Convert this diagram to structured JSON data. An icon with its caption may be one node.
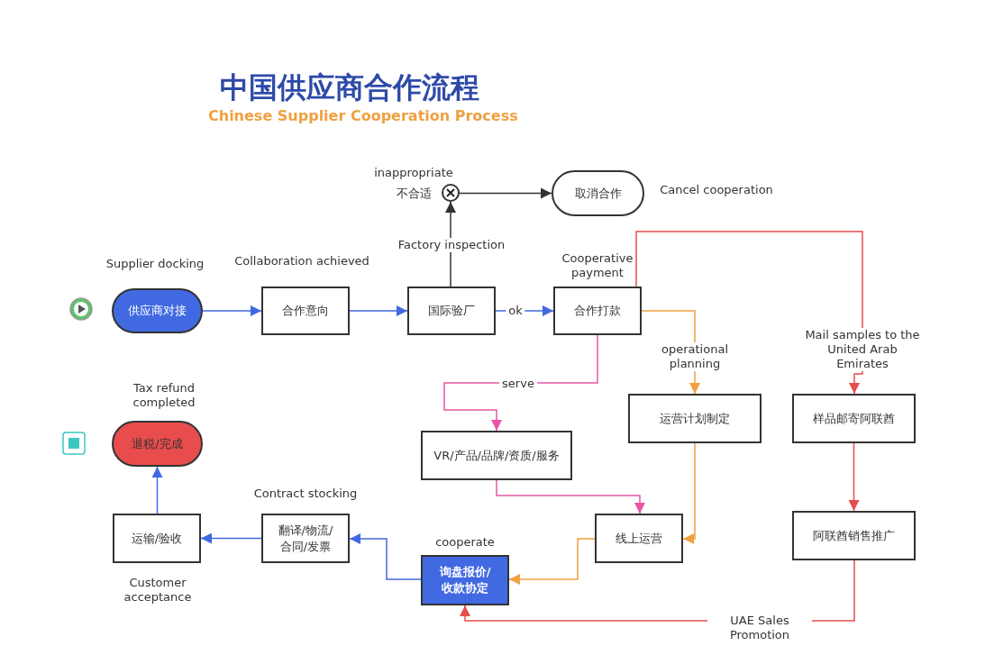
{
  "diagram": {
    "title": "中国供应商合作流程",
    "caption": "Chinese Supplier Cooperation Process",
    "nodes": [
      {
        "text": [
          "供应商对接"
        ],
        "beside": [
          "Supplier docking"
        ]
      },
      {
        "text": [
          "合作意向"
        ],
        "beside": [
          "Collaboration achieved"
        ]
      },
      {
        "text": [
          "国际验厂"
        ]
      },
      {
        "text": [],
        "shape": "circle",
        "beside": [
          "inappropriate",
          "不合适"
        ]
      },
      {
        "text": [
          "取消合作"
        ],
        "beside": [
          "Cancel cooperation"
        ]
      },
      {
        "text": [
          "合作打款"
        ],
        "beside": [
          "Cooperative payment"
        ]
      },
      {
        "text": [
          "运营计划制定"
        ]
      },
      {
        "text": [
          "样品邮寄阿联酋"
        ]
      },
      {
        "text": [
          "VR/产品/品牌/资质/服务"
        ]
      },
      {
        "text": [
          "线上运营"
        ]
      },
      {
        "text": [
          "阿联酋销售推广"
        ]
      },
      {
        "text": [
          "询盘报价/收款协定"
        ],
        "beside": [
          "cooperate"
        ]
      },
      {
        "text": [
          "翻译/物流/合同/发票"
        ],
        "beside": [
          "Contract stocking"
        ]
      },
      {
        "text": [
          "运输/验收"
        ],
        "beside": [
          "Customer acceptance"
        ]
      },
      {
        "text": [
          "退税/完成"
        ],
        "beside": [
          "Tax refund completed"
        ]
      }
    ],
    "edges": [
      {
        "from": 0,
        "to": 1,
        "arrow": "to"
      },
      {
        "from": 1,
        "to": 2,
        "arrow": "to"
      },
      {
        "from": 2,
        "to": 5,
        "arrow": "to",
        "label": "ok"
      },
      {
        "from": 2,
        "to": 3,
        "arrow": "to",
        "label": "Factory inspection",
        "color": "#333333"
      },
      {
        "from": 3,
        "to": 4,
        "arrow": "to",
        "color": "#333333"
      },
      {
        "from": 5,
        "to": 6,
        "arrow": "to",
        "label": "operational planning",
        "color": "#f0a040"
      },
      {
        "from": 5,
        "to": 8,
        "arrow": "to",
        "label": "serve",
        "color": "#e855a6"
      },
      {
        "from": 5,
        "to": 7,
        "arrow": "to",
        "label": "Mail samples to the United Arab Emirates",
        "color": "#e64c4c"
      },
      {
        "from": 8,
        "to": 9,
        "arrow": "to",
        "color": "#e855a6"
      },
      {
        "from": 6,
        "to": 9,
        "arrow": "to",
        "color": "#f0a040"
      },
      {
        "from": 9,
        "to": 11,
        "arrow": "to",
        "color": "#f0a040"
      },
      {
        "from": 7,
        "to": 10,
        "arrow": "to",
        "color": "#e64c4c"
      },
      {
        "from": 10,
        "to": 11,
        "arrow": "to",
        "label": "UAE Sales Promotion",
        "color": "#e64c4c"
      },
      {
        "from": 11,
        "to": 12,
        "arrow": "to"
      },
      {
        "from": 12,
        "to": 13,
        "arrow": "to"
      },
      {
        "from": 13,
        "to": 14,
        "arrow": "to"
      }
    ]
  }
}
